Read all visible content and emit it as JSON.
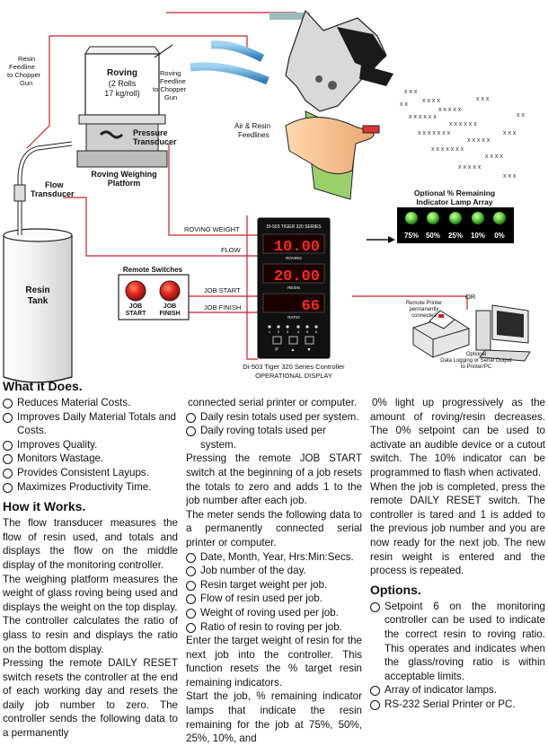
{
  "diagram": {
    "resin_feedline_label": [
      "Resin",
      "Feedline",
      "to Chopper",
      "Gun"
    ],
    "roving_box": [
      "Roving",
      "(2 Rolls",
      "17 kg/roll)"
    ],
    "roving_feedline_label": [
      "Roving",
      "Feedline",
      "to Chopper",
      "Gun"
    ],
    "air_resin_label": [
      "Air & Resin",
      "Feedlines"
    ],
    "pressure_transducer_label": [
      "Pressure",
      "Transducer"
    ],
    "platform_label": [
      "Roving Weighing",
      "Platform"
    ],
    "flow_transducer_label": [
      "Flow",
      "Transducer"
    ],
    "resin_tank_label": [
      "Resin",
      "Tank"
    ],
    "remote_switches_title": "Remote Switches",
    "job_start_button": [
      "JOB",
      "START"
    ],
    "job_finish_button": [
      "JOB",
      "FINISH"
    ],
    "signal_roving_weight": "ROVING WEIGHT",
    "signal_flow": "FLOW",
    "signal_job_start": "JOB START",
    "signal_job_finish": "JOB FINISH",
    "controller_title": "DI-503 TIGER 320 SERIES",
    "display_1": "10.00",
    "display_1_label": "ROVING",
    "display_2": "20.00",
    "display_2_label": "RESIN",
    "display_3": "66",
    "display_3_label": "RATIO",
    "key_numbers": [
      "1",
      "2",
      "3",
      "4",
      "5",
      "6"
    ],
    "key_labels": [
      "P",
      "▲",
      "▼"
    ],
    "controller_caption": [
      "Di-503 Tiger 320 Series Controller",
      "OPERATIONAL DISPLAY"
    ],
    "lamp_array_title": [
      "Optional % Remaining",
      "Indicator Lamp Array"
    ],
    "lamp_labels": [
      "75%",
      "50%",
      "25%",
      "10%",
      "0%"
    ],
    "or_label": "OR",
    "printer_label": [
      "Remote Printer",
      "permanently",
      "connected"
    ],
    "pc_label": [
      "Optional",
      "Data Logging or Serial Output",
      "to Printer/PC"
    ]
  },
  "col1": {
    "what_title": "What it Does.",
    "what_items": [
      "Reduces Material Costs.",
      "Improves Daily Material Totals and Costs.",
      "Improves Quality.",
      "Monitors Wastage.",
      "Provides Consistent Layups.",
      "Maximizes Productivity Time."
    ],
    "how_title": "How it Works.",
    "p1": "The flow transducer measures the flow of resin used, and totals and displays the flow on the middle display of the monitoring controller.",
    "p2": "The weighing platform measures the weight of glass roving being used and displays the weight on the top display.",
    "p3": "The controller calculates the ratio of glass to resin and displays the ratio on the bottom display.",
    "p4": "Pressing the remote DAILY RESET switch resets the controller at the end of each working day and resets the daily job number to zero. The controller sends the following data to a permanently"
  },
  "col2": {
    "cont": "connected serial printer or computer.",
    "items1": [
      "Daily resin totals used per system.",
      "Daily roving totals used per system."
    ],
    "p1": "Pressing the remote JOB START switch at the beginning of a job resets the totals to zero and adds 1 to the job number after each job.",
    "p2": "The meter sends the following data to a permanently connected serial printer or computer.",
    "items2": [
      "Date, Month, Year, Hrs:Min:Secs.",
      "Job number of the day.",
      "Resin target weight per job.",
      "Flow of resin used per job.",
      "Weight of roving used per job.",
      "Ratio of resin to roving per job."
    ],
    "p3": "Enter the target weight of resin for the next job into the controller. This function resets the % target resin remaining indicators.",
    "p4": "Start the job, % remaining indicator lamps that indicate the resin remaining for the job at 75%, 50%, 25%, 10%, and"
  },
  "col3": {
    "cont": "0% light up progressively as the amount of roving/resin decreases. The 0% setpoint can be used to activate an audible device or a cutout switch. The 10% indicator can be programmed to flash when activated.",
    "p1": "When the job is completed, press the remote DAILY RESET switch. The controller is tared and 1 is added to the previous job number and you are now ready for the next job. The new resin weight is entered and the process is repeated.",
    "options_title": "Options.",
    "options_items": [
      "Setpoint 6 on the monitoring controller can be used to indicate the correct resin to roving ratio. This operates and indicates when the glass/roving ratio is within acceptable limits.",
      "Array of indicator lamps.",
      "RS-232 Serial Printer or PC."
    ]
  },
  "colors": {
    "wire": "#c8202a",
    "led": "#e8201a",
    "lamp": "#3fb93a",
    "panel": "#111111"
  }
}
